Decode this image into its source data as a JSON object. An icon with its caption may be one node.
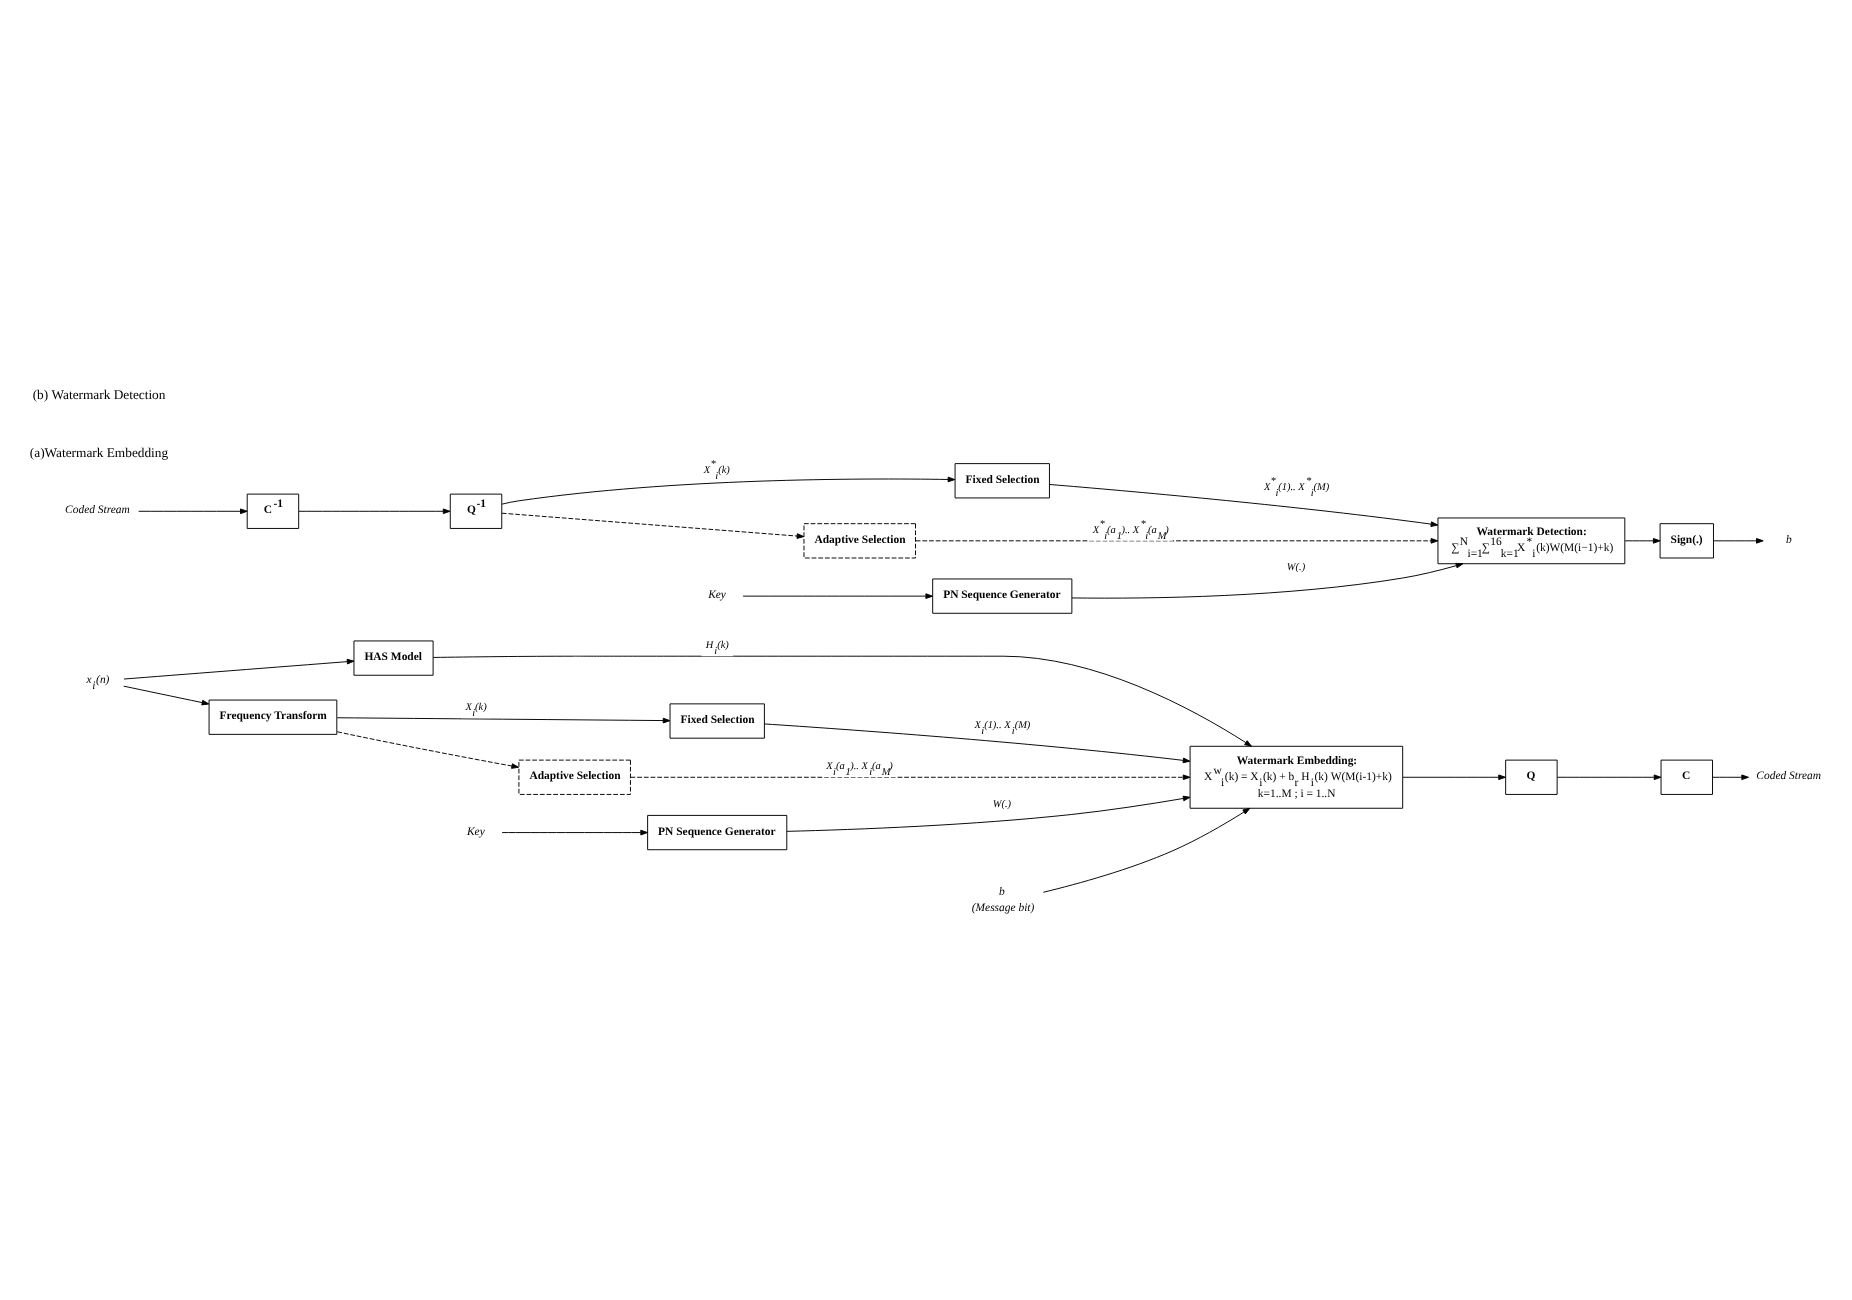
{
  "diagram": {
    "nodes": [
      {
        "text": [
          "x$_{i}$(n)"
        ]
      },
      {
        "text": [
          "HAS Model"
        ]
      },
      {
        "text": [
          "Frequency Transform"
        ]
      },
      {
        "text": [
          "Fixed Selection"
        ]
      },
      {
        "text": [
          "Adaptive Selection"
        ]
      },
      {
        "text": [
          "Watermark Embedding:",
          "X$^{w}$$_{i}$(k) = X$_{i}$(k) + b$_{r}$ H$_{i}$(k) W(M(i-1)+k)",
          "k=1..M ; i = 1..N"
        ]
      },
      {
        "text": [
          "Q"
        ]
      },
      {
        "text": [
          "C"
        ]
      },
      {
        "text": [
          "Coded Stream"
        ]
      },
      {
        "text": [
          "PN Sequence Generator"
        ]
      },
      {
        "text": [
          "b"
        ],
        "beside": [
          "(Message bit)"
        ]
      },
      {
        "text": [
          "Key"
        ]
      },
      {
        "text": [
          "Coded Stream"
        ]
      },
      {
        "text": [
          "C$^{-1}$"
        ]
      },
      {
        "text": [
          "Q$^{-1}$"
        ]
      },
      {
        "text": [
          "Fixed Selection"
        ]
      },
      {
        "text": [
          "Adaptive Selection"
        ]
      },
      {
        "text": [
          "Watermark Detection:",
          "∑$^{N}$$_{i=1}$∑$^{16}$$_{k=1}$X$^{*}$$_{i}$(k)W(M(i−1)+k)"
        ]
      },
      {
        "text": [
          "Sign(.)"
        ]
      },
      {
        "text": [
          "b"
        ]
      },
      {
        "text": [
          "PN Sequence Generator"
        ]
      },
      {
        "text": [
          "Key"
        ]
      }
    ],
    "edges": [
      {
        "from": 0,
        "to": 1,
        "arrow": "to"
      },
      {
        "from": 0,
        "to": 2,
        "arrow": "to"
      },
      {
        "from": 2,
        "to": 3,
        "arrow": "to",
        "label": "X$_{i}$(k)"
      },
      {
        "from": 2,
        "to": 4,
        "arrow": "to",
        "style": "dashed"
      },
      {
        "from": 3,
        "to": 5,
        "arrow": "to",
        "label": "X$_{i}$(1).. X$_{i}$(M)"
      },
      {
        "from": 4,
        "to": 5,
        "arrow": "to",
        "style": "dashed",
        "label": "X$_{i}$(a$_{1}$).. X$_{i}$(a$_{M}$)"
      },
      {
        "from": 1,
        "to": 5,
        "arrow": "to",
        "label": "H$_{i}$(k)"
      },
      {
        "from": 9,
        "to": 5,
        "arrow": "to",
        "label": "W(.)"
      },
      {
        "from": 10,
        "to": 5,
        "arrow": "to"
      },
      {
        "from": 5,
        "to": 6,
        "arrow": "to"
      },
      {
        "from": 6,
        "to": 7,
        "arrow": "to"
      },
      {
        "from": 7,
        "to": 8,
        "arrow": "to"
      },
      {
        "from": 11,
        "to": 9,
        "arrow": "to"
      },
      {
        "from": 12,
        "to": 13,
        "arrow": "to"
      },
      {
        "from": 13,
        "to": 14,
        "arrow": "to"
      },
      {
        "from": 14,
        "to": 15,
        "arrow": "to",
        "label": "X$^{*}$$_{i}$(k)"
      },
      {
        "from": 14,
        "to": 16,
        "arrow": "to",
        "style": "dashed"
      },
      {
        "from": 15,
        "to": 17,
        "arrow": "to",
        "label": "X$^{*}$$_{i}$(1).. X$^{*}$$_{i}$(M)"
      },
      {
        "from": 16,
        "to": 17,
        "arrow": "to",
        "style": "dashed",
        "label": "X$^{*}$$_{i}$(a$_{1}$).. X$^{*}$$_{i}$(a$_{M}$)"
      },
      {
        "from": 20,
        "to": 17,
        "arrow": "to",
        "label": "W(.)"
      },
      {
        "from": 17,
        "to": 18,
        "arrow": "to"
      },
      {
        "from": 18,
        "to": 19,
        "arrow": "to"
      },
      {
        "from": 21,
        "to": 20,
        "arrow": "to"
      }
    ],
    "labels": [
      "(a)Watermark Embedding",
      "(b) Watermark Detection"
    ]
  }
}
